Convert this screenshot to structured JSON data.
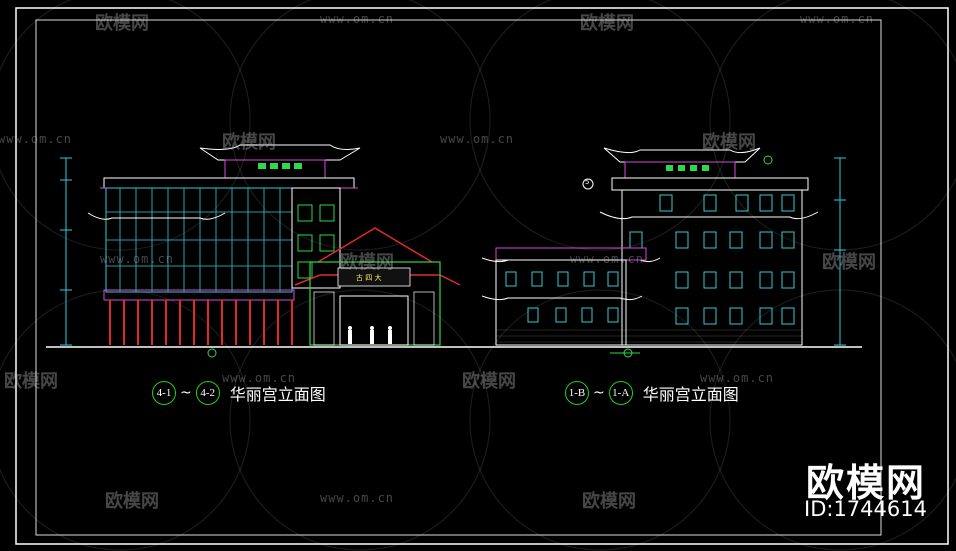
{
  "drawing": {
    "left_caption": {
      "axis_start": "4-1",
      "separator": "~",
      "axis_end": "4-2",
      "title": "华丽宫立面图"
    },
    "right_caption": {
      "axis_start": "1-B",
      "separator": "~",
      "axis_end": "1-A",
      "title": "华丽宫立面图"
    },
    "gate_sign": "古 四 大",
    "callout_marker": "5"
  },
  "branding": {
    "logo_text": "欧模网",
    "id_text": "ID:1744614"
  },
  "watermark": {
    "brand": "欧模网",
    "url": "www.om.cn"
  },
  "colors": {
    "background": "#000000",
    "frame": "#ffffff",
    "axis_circle": "#1fd11f",
    "cyan": "#33c9d6",
    "green": "#2bd94a",
    "magenta": "#d84ad8",
    "red": "#e02a2a"
  }
}
